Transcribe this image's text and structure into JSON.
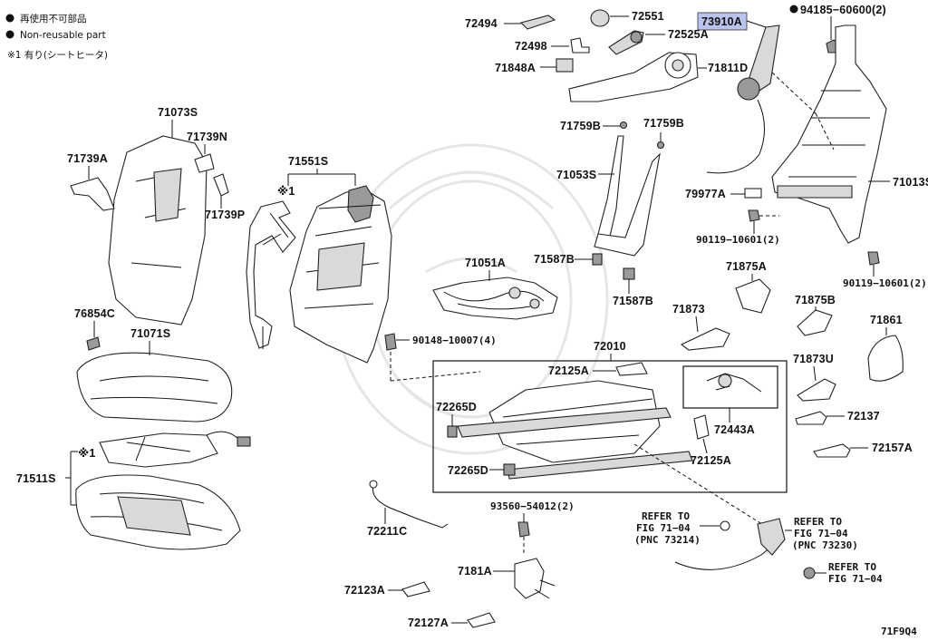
{
  "legend": {
    "reusable_jp": "再使用不可部品",
    "nonreusable_en": "Non-reusable part",
    "note1": "※1 有り(シートヒータ)"
  },
  "labels": {
    "p72494": "72494",
    "p72551": "72551",
    "p73910A": "73910A",
    "p94185": "94185−60600(2)",
    "p72498": "72498",
    "p72525A": "72525A",
    "p71848A": "71848A",
    "p71811D": "71811D",
    "p71073S": "71073S",
    "p71739N": "71739N",
    "p71739A": "71739A",
    "p71739P": "71739P",
    "p71551S": "71551S",
    "note_x1_a": "※1",
    "p71759B_1": "71759B",
    "p71759B_2": "71759B",
    "p71053S": "71053S",
    "p71013S": "71013S",
    "p79977A": "79977A",
    "p90119_1": "90119−10601(2)",
    "p90119_2": "90119−10601(2)",
    "p71587B_1": "71587B",
    "p71587B_2": "71587B",
    "p71051A": "71051A",
    "p71875A": "71875A",
    "p71875B": "71875B",
    "p71861": "71861",
    "p76854C": "76854C",
    "p71071S": "71071S",
    "p90148": "90148−10007(4)",
    "p72010": "72010",
    "p71873": "71873",
    "p71873U": "71873U",
    "p72125A_1": "72125A",
    "p72125A_2": "72125A",
    "p72265D_1": "72265D",
    "p72265D_2": "72265D",
    "p72443A": "72443A",
    "p72137": "72137",
    "p72157A": "72157A",
    "note_x1_b": "※1",
    "p71511S": "71511S",
    "p93560": "93560−54012(2)",
    "p72211C": "72211C",
    "p7181A": "7181A",
    "p72123A": "72123A",
    "p72127A": "72127A",
    "fig_code": "71F9Q4"
  },
  "refs": {
    "ref1_l1": "REFER TO",
    "ref1_l2": "FIG 71−04",
    "ref1_l3": "(PNC 73214)",
    "ref2_l1": "REFER TO",
    "ref2_l2": "FIG 71−04",
    "ref2_l3": "(PNC 73230)",
    "ref3_l1": "REFER TO",
    "ref3_l2": "FIG 71−04"
  },
  "colors": {
    "highlight": "#b8c4ee",
    "ink": "#111111",
    "watermark": "#e6e6e6"
  },
  "highlighted_part": "73910A"
}
